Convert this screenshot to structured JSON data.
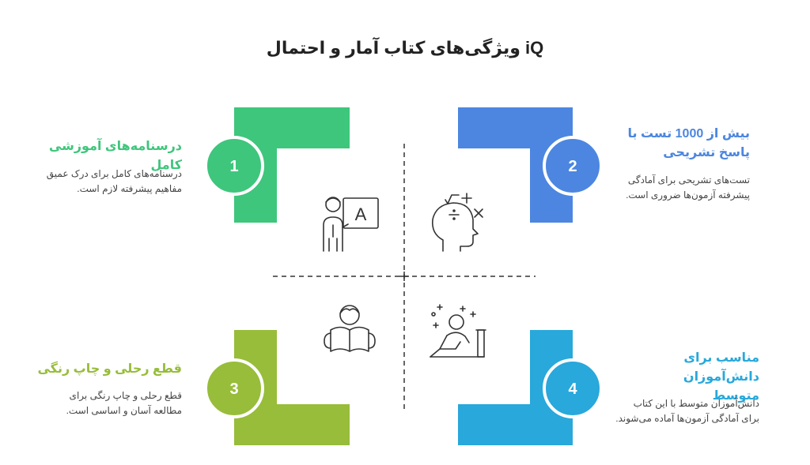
{
  "title": "iQ ویژگی‌های کتاب آمار و احتمال",
  "colors": {
    "green": "#3ec67c",
    "blue": "#4c86e0",
    "olive": "#97bd3a",
    "cyan": "#28a8db"
  },
  "features": [
    {
      "number": "1",
      "title": "درسنامه‌های آموزشی کامل",
      "desc_line1": "درسنامه‌های کامل برای درک عمیق",
      "desc_line2": "مفاهیم پیشرفته لازم است."
    },
    {
      "number": "2",
      "title_line1": "بیش از 1000 تست با",
      "title_line2": "پاسخ تشریحی",
      "desc_line1": "تست‌های تشریحی برای آمادگی",
      "desc_line2": "پیشرفته آزمون‌ها ضروری است."
    },
    {
      "number": "3",
      "title": "قطع رحلی و چاپ رنگی",
      "desc_line1": "قطع رحلی و چاپ رنگی برای",
      "desc_line2": "مطالعه آسان و اساسی است."
    },
    {
      "number": "4",
      "title_line1": "مناسب برای دانش‌آموزان",
      "title_line2": "متوسط",
      "desc_line1": "دانش‌آموزان متوسط با این کتاب",
      "desc_line2": "برای آمادگی آزمون‌ها آماده می‌شوند."
    }
  ],
  "icons": {
    "teacher_board_letter": "A"
  }
}
